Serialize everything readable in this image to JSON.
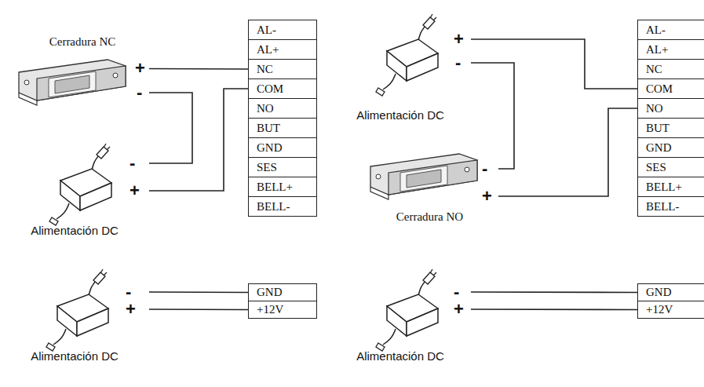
{
  "diagram": {
    "nodes": [
      {
        "text": [
          "Cerradura NC"
        ]
      },
      {
        "text": [
          "Alimentación DC"
        ]
      },
      {
        "text": [
          "AL-"
        ]
      },
      {
        "text": [
          "AL+"
        ]
      },
      {
        "text": [
          "NC"
        ]
      },
      {
        "text": [
          "COM"
        ]
      },
      {
        "text": [
          "NO"
        ]
      },
      {
        "text": [
          "BUT"
        ]
      },
      {
        "text": [
          "GND"
        ]
      },
      {
        "text": [
          "SES"
        ]
      },
      {
        "text": [
          "BELL+"
        ]
      },
      {
        "text": [
          "BELL-"
        ]
      },
      {
        "text": [
          "Alimentación DC"
        ]
      },
      {
        "text": [
          "GND"
        ]
      },
      {
        "text": [
          "+12V"
        ]
      },
      {
        "text": [
          "Alimentación DC"
        ]
      },
      {
        "text": [
          "Cerradura NO"
        ]
      },
      {
        "text": [
          "AL-"
        ]
      },
      {
        "text": [
          "AL+"
        ]
      },
      {
        "text": [
          "NC"
        ]
      },
      {
        "text": [
          "COM"
        ]
      },
      {
        "text": [
          "NO"
        ]
      },
      {
        "text": [
          "BUT"
        ]
      },
      {
        "text": [
          "GND"
        ]
      },
      {
        "text": [
          "SES"
        ]
      },
      {
        "text": [
          "BELL+"
        ]
      },
      {
        "text": [
          "BELL-"
        ]
      },
      {
        "text": [
          "Alimentación DC"
        ]
      },
      {
        "text": [
          "GND"
        ]
      },
      {
        "text": [
          "+12V"
        ]
      }
    ],
    "edges": [
      {
        "from": 0,
        "to": 4,
        "arrow": "none"
      },
      {
        "from": 0,
        "to": 1,
        "arrow": "none"
      },
      {
        "from": 1,
        "to": 5,
        "arrow": "none"
      },
      {
        "from": 12,
        "to": 13,
        "arrow": "none"
      },
      {
        "from": 12,
        "to": 14,
        "arrow": "none"
      },
      {
        "from": 15,
        "to": 20,
        "arrow": "none"
      },
      {
        "from": 15,
        "to": 16,
        "arrow": "none"
      },
      {
        "from": 16,
        "to": 21,
        "arrow": "none"
      },
      {
        "from": 27,
        "to": 28,
        "arrow": "none"
      },
      {
        "from": 27,
        "to": 29,
        "arrow": "none"
      }
    ],
    "labels": [
      "+",
      "-",
      "-",
      "+",
      "-",
      "+",
      "+",
      "-",
      "-",
      "+",
      "-",
      "+"
    ]
  }
}
